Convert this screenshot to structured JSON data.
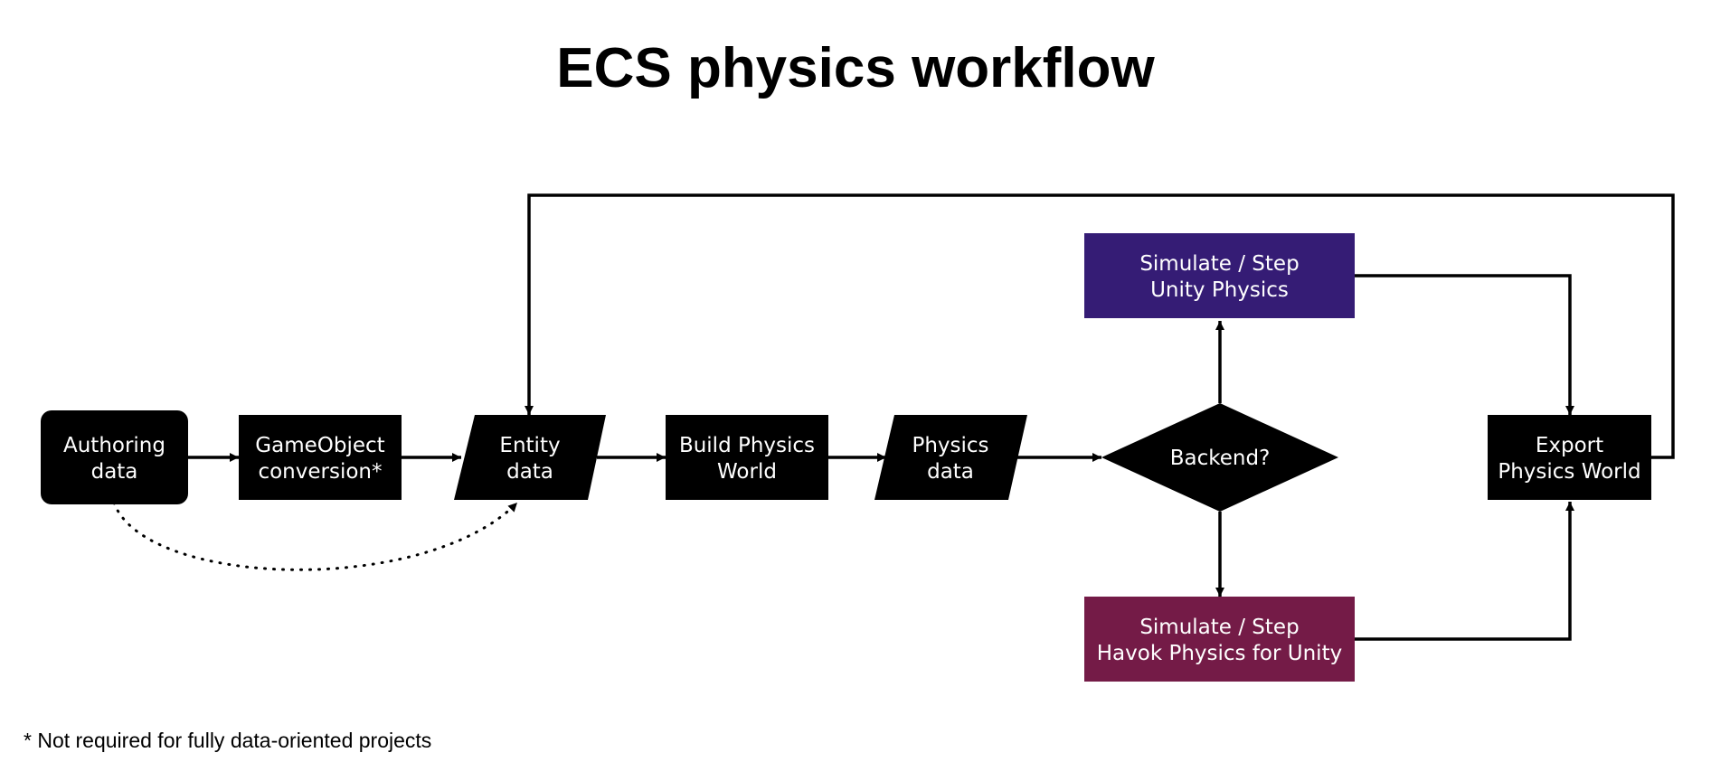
{
  "title": "ECS physics workflow",
  "footnote": "* Not required for fully data-oriented projects",
  "nodes": {
    "authoring": {
      "lines": [
        "Authoring",
        "data"
      ]
    },
    "gameobject": {
      "lines": [
        "GameObject",
        "conversion*"
      ]
    },
    "entity": {
      "lines": [
        "Entity",
        "data"
      ]
    },
    "build": {
      "lines": [
        "Build Physics",
        "World"
      ]
    },
    "physics_data": {
      "lines": [
        "Physics",
        "data"
      ]
    },
    "backend": {
      "lines": [
        "Backend?"
      ]
    },
    "unity": {
      "lines": [
        "Simulate / Step",
        "Unity Physics"
      ]
    },
    "havok": {
      "lines": [
        "Simulate / Step",
        "Havok Physics for Unity"
      ]
    },
    "export": {
      "lines": [
        "Export",
        "Physics World"
      ]
    }
  },
  "colors": {
    "node": "#000000",
    "unity": "#351c75",
    "havok": "#741b47",
    "text": "#ffffff",
    "line": "#000000"
  }
}
